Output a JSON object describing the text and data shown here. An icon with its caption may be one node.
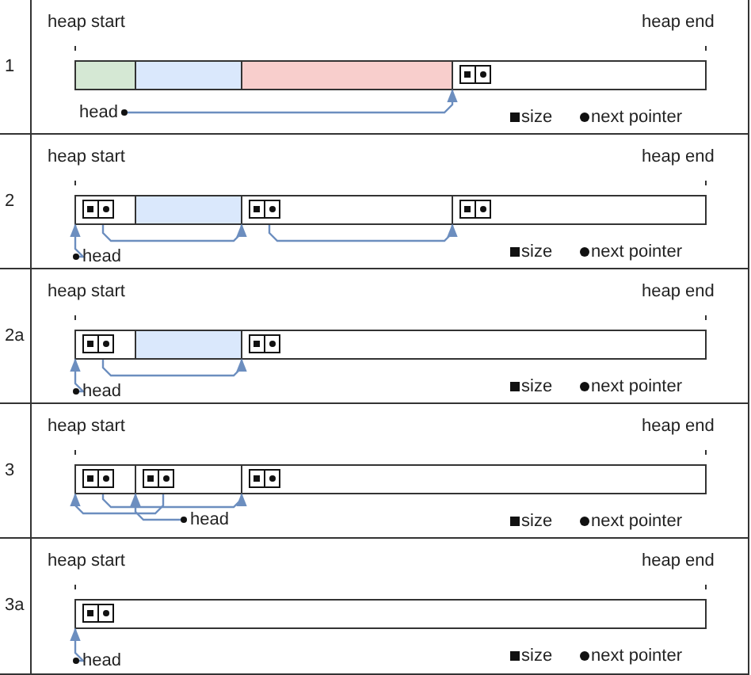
{
  "diagram": {
    "nodes": [
      {
        "text": [
          "1"
        ]
      },
      {
        "text": [],
        "shape": "box",
        "in": 0
      },
      {
        "text": [],
        "shape": "box",
        "in": 0
      },
      {
        "text": [],
        "shape": "box",
        "in": 0
      },
      {
        "text": [],
        "shape": "box",
        "in": 0
      },
      {
        "text": [
          "head"
        ],
        "in": 0
      },
      {
        "text": [
          "2"
        ]
      },
      {
        "text": [],
        "shape": "box",
        "in": 6
      },
      {
        "text": [],
        "shape": "box",
        "in": 6
      },
      {
        "text": [],
        "shape": "box",
        "in": 6
      },
      {
        "text": [],
        "shape": "box",
        "in": 6
      },
      {
        "text": [
          "head"
        ],
        "in": 6
      },
      {
        "text": [
          "2a"
        ]
      },
      {
        "text": [],
        "shape": "box",
        "in": 12
      },
      {
        "text": [],
        "shape": "box",
        "in": 12
      },
      {
        "text": [],
        "shape": "box",
        "in": 12
      },
      {
        "text": [
          "head"
        ],
        "in": 12
      },
      {
        "text": [
          "3"
        ]
      },
      {
        "text": [],
        "shape": "box",
        "in": 17
      },
      {
        "text": [],
        "shape": "box",
        "in": 17
      },
      {
        "text": [],
        "shape": "box",
        "in": 17
      },
      {
        "text": [
          "head"
        ],
        "in": 17
      },
      {
        "text": [
          "3a"
        ]
      },
      {
        "text": [],
        "shape": "box",
        "in": 22
      },
      {
        "text": [
          "head"
        ],
        "in": 22
      }
    ],
    "edges": [
      {
        "from": 5,
        "to": 4,
        "arrow": "to"
      },
      {
        "from": 11,
        "to": 7,
        "arrow": "to"
      },
      {
        "from": 7,
        "to": 9,
        "arrow": "to"
      },
      {
        "from": 9,
        "to": 10,
        "arrow": "to"
      },
      {
        "from": 16,
        "to": 13,
        "arrow": "to"
      },
      {
        "from": 13,
        "to": 15,
        "arrow": "to"
      },
      {
        "from": 21,
        "to": 19,
        "arrow": "to"
      },
      {
        "from": 19,
        "to": 18,
        "arrow": "to"
      },
      {
        "from": 18,
        "to": 20,
        "arrow": "to"
      },
      {
        "from": 24,
        "to": 23,
        "arrow": "to"
      }
    ],
    "labels": [
      "heap start",
      "heap end",
      "heap start",
      "heap end",
      "heap start",
      "heap end",
      "heap start",
      "heap end",
      "heap start",
      "heap end"
    ],
    "legend": [
      {
        "text": "size"
      },
      {
        "text": "next pointer"
      },
      {
        "text": "size"
      },
      {
        "text": "next pointer"
      },
      {
        "text": "size"
      },
      {
        "text": "next pointer"
      },
      {
        "text": "size"
      },
      {
        "text": "next pointer"
      },
      {
        "text": "size"
      },
      {
        "text": "next pointer"
      }
    ]
  }
}
